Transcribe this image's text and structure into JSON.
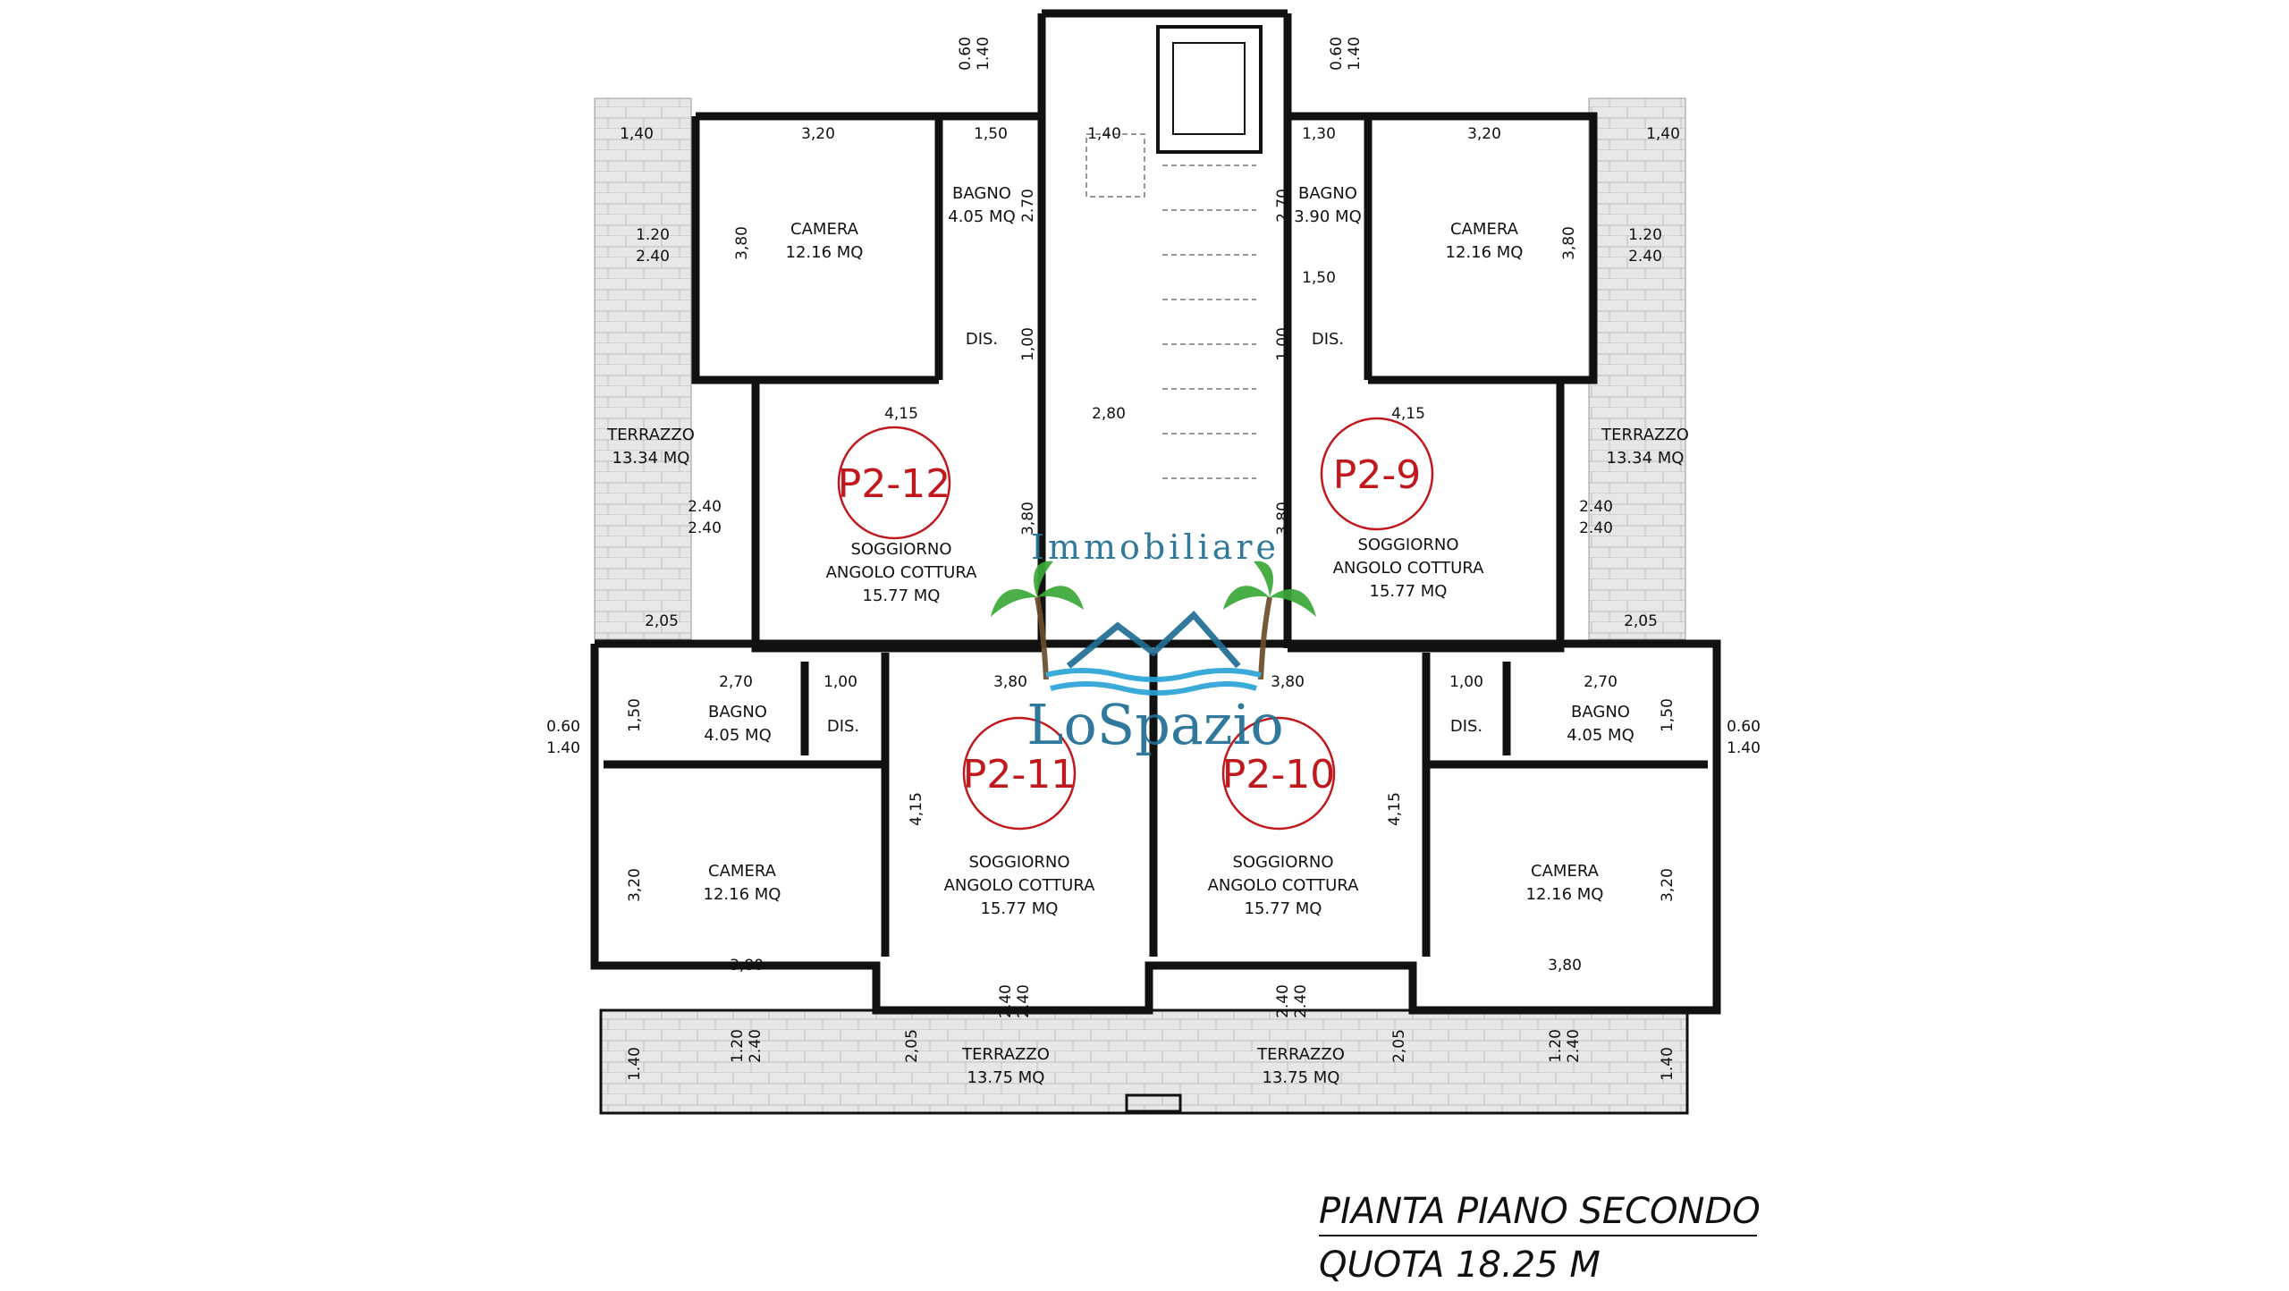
{
  "plan": {
    "title_line1": "PIANTA PIANO SECONDO",
    "title_line2": "QUOTA 18.25 M",
    "logo_top": "Immobiliare",
    "logo_bottom": "LoSpazio"
  },
  "units": {
    "p2_12": "P2-12",
    "p2_9": "P2-9",
    "p2_11": "P2-11",
    "p2_10": "P2-10"
  },
  "rooms": {
    "camera": "CAMERA",
    "bagno": "BAGNO",
    "dis": "DIS.",
    "soggiorno": "SOGGIORNO",
    "angolo_cottura": "ANGOLO COTTURA",
    "terrazzo": "TERRAZZO",
    "area_camera": "12.16 MQ",
    "area_bagno_a": "4.05 MQ",
    "area_bagno_b": "3.90 MQ",
    "area_soggiorno": "15.77 MQ",
    "area_terrazzo_side": "13.34 MQ",
    "area_terrazzo_bottom": "13.75 MQ"
  },
  "dims": {
    "d140": "1.40",
    "d140c": "1,40",
    "d320": "3,20",
    "d150": "1,50",
    "d130": "1,30",
    "d060": "0.60",
    "d380": "3,80",
    "d270": "2,70",
    "d270b": "2.70",
    "d120": "1.20",
    "d240": "2.40",
    "d100": "1,00",
    "d415": "4,15",
    "d280": "2,80",
    "d205": "2,05"
  },
  "colors": {
    "wall": "#111111",
    "terrace_fill": "#e4e4e4",
    "unit_label": "#c0181c",
    "logo_blue": "#1f6e94",
    "palm_green": "#3aa836"
  }
}
